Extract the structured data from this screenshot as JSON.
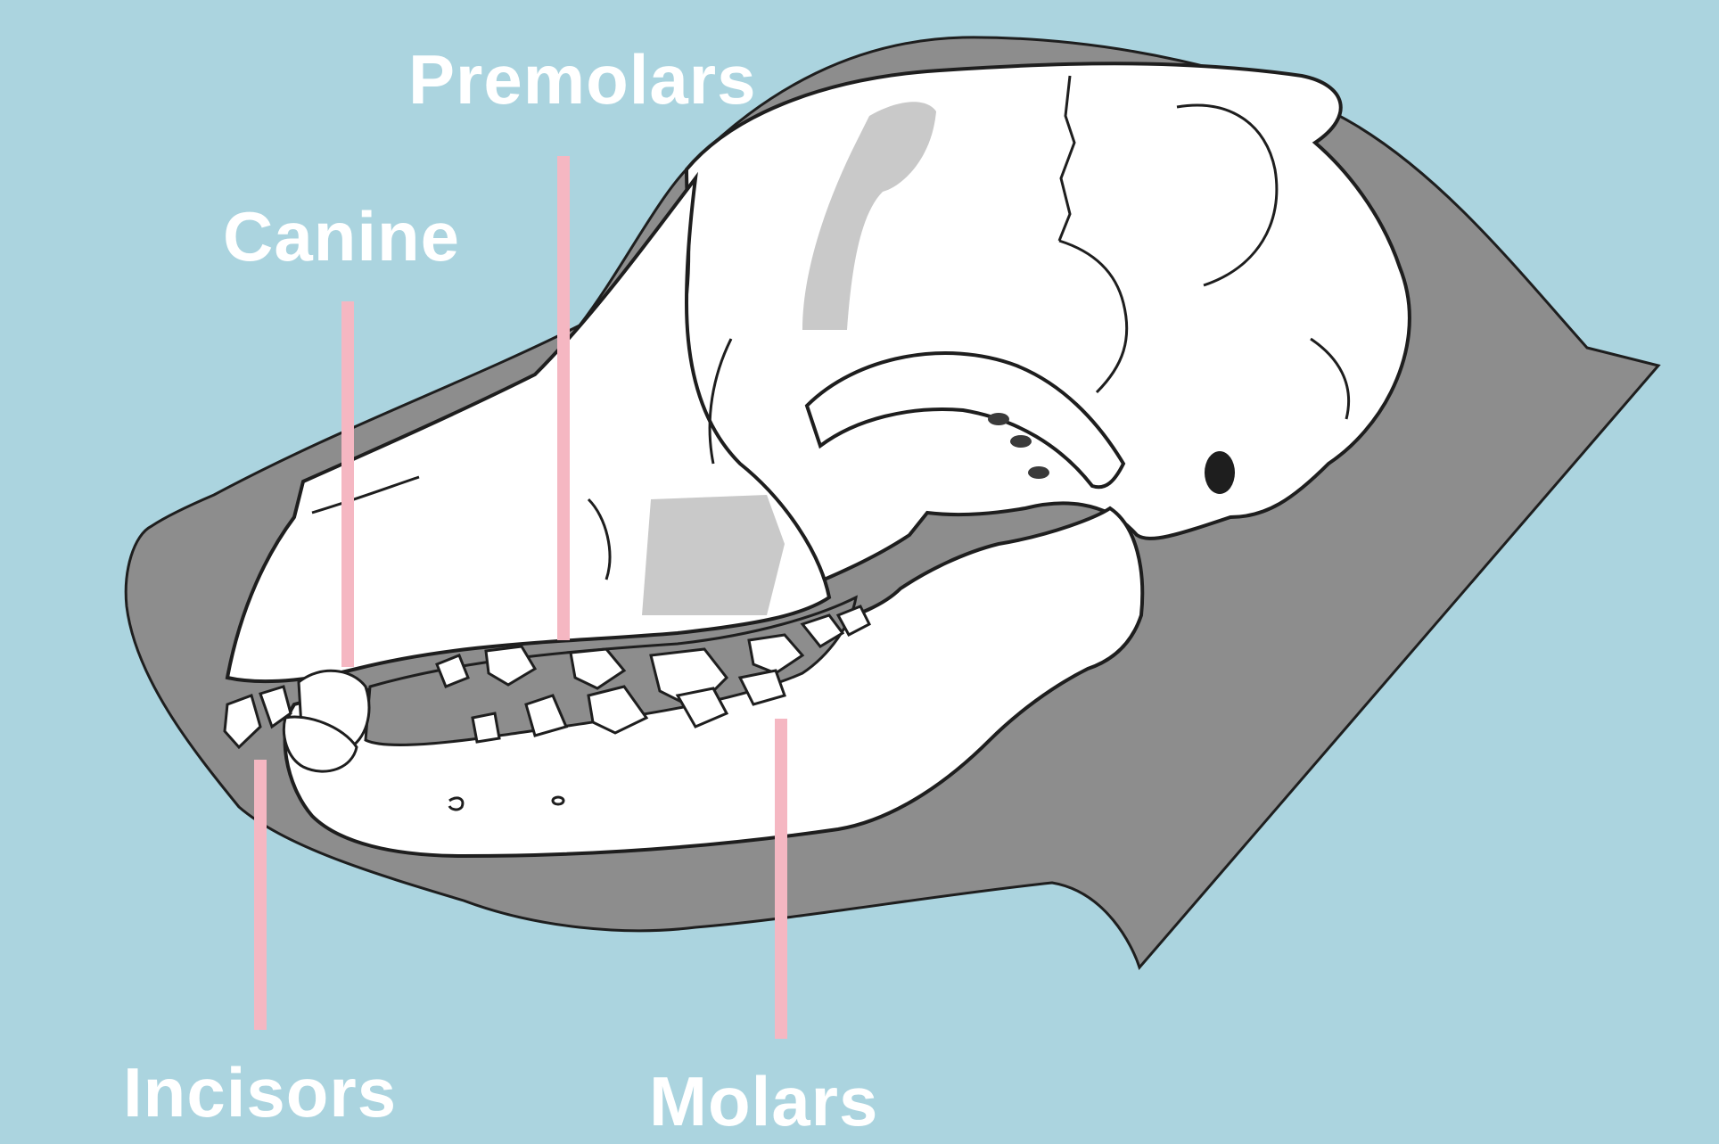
{
  "labels": {
    "premolars": "Premolars",
    "canine": "Canine",
    "incisors": "Incisors",
    "molars": "Molars"
  },
  "colors": {
    "background": "#abd4df",
    "head_silhouette": "#8d8d8d",
    "skull_fill": "#ffffff",
    "skull_outline": "#1e1e1e",
    "shading": "#c9c9c9",
    "leader_line": "#f5b7c2",
    "label_text": "#ffffff"
  }
}
